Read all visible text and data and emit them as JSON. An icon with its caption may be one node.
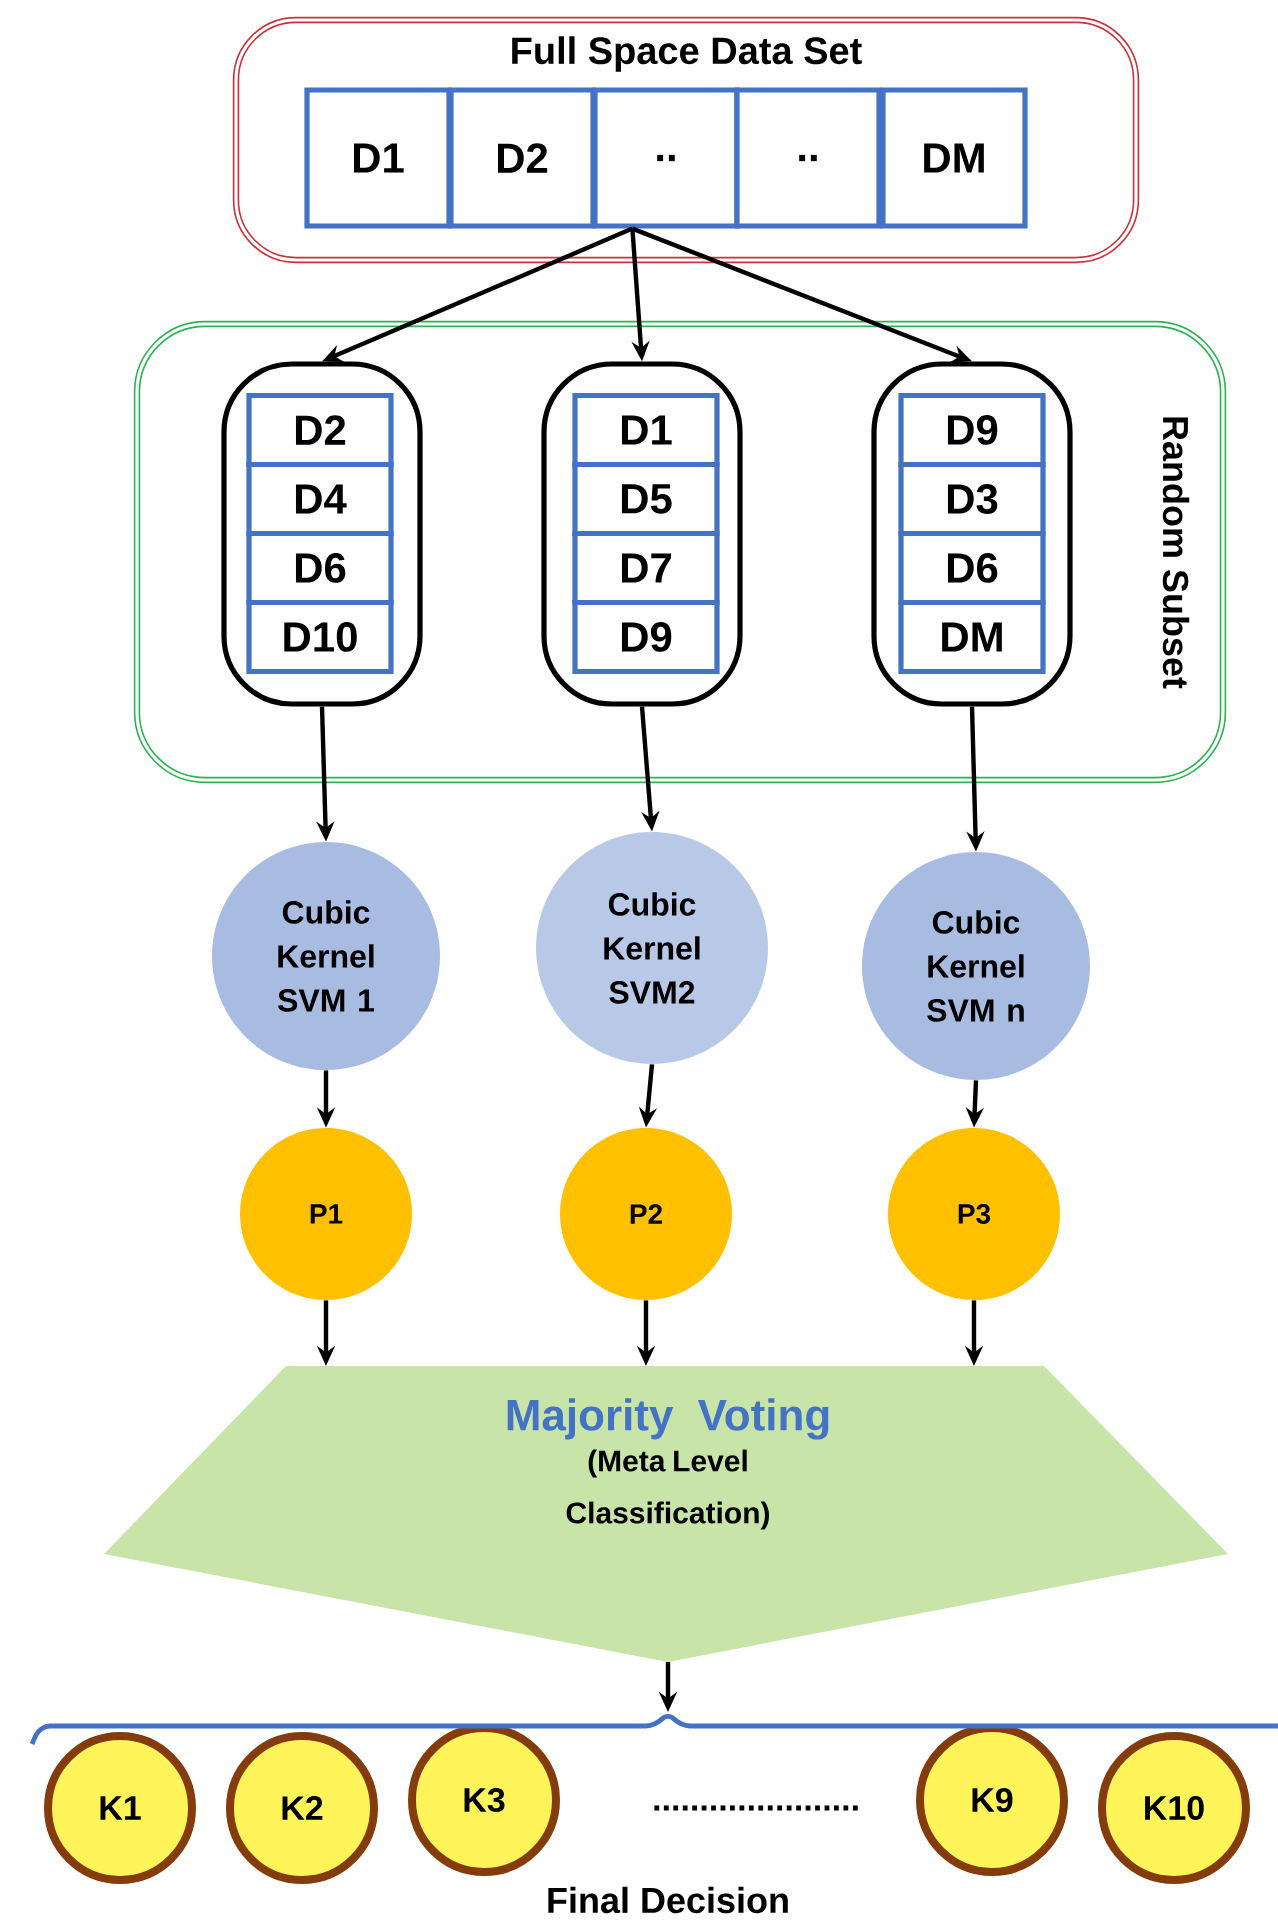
{
  "diagram": {
    "nodes": [
      {
        "text": [
          "Full Space Data Set"
        ]
      },
      {
        "text": [
          "D1"
        ],
        "in": 0
      },
      {
        "text": [
          "D2"
        ],
        "in": 0
      },
      {
        "text": [
          ".."
        ],
        "in": 0
      },
      {
        "text": [
          ".."
        ],
        "in": 0
      },
      {
        "text": [
          "DM"
        ],
        "in": 0
      },
      {
        "text": [
          "Random Subset"
        ]
      },
      {
        "text": [],
        "shape": "box",
        "in": 6
      },
      {
        "text": [
          "D2"
        ],
        "in": 7
      },
      {
        "text": [
          "D4"
        ],
        "in": 7
      },
      {
        "text": [
          "D6"
        ],
        "in": 7
      },
      {
        "text": [
          "D10"
        ],
        "in": 7
      },
      {
        "text": [],
        "shape": "box",
        "in": 6
      },
      {
        "text": [
          "D1"
        ],
        "in": 12
      },
      {
        "text": [
          "D5"
        ],
        "in": 12
      },
      {
        "text": [
          "D7"
        ],
        "in": 12
      },
      {
        "text": [
          "D9"
        ],
        "in": 12
      },
      {
        "text": [],
        "shape": "box",
        "in": 6
      },
      {
        "text": [
          "D9"
        ],
        "in": 17
      },
      {
        "text": [
          "D3"
        ],
        "in": 17
      },
      {
        "text": [
          "D6"
        ],
        "in": 17
      },
      {
        "text": [
          "DM"
        ],
        "in": 17
      },
      {
        "text": [
          "Cubic Kernel SVM 1"
        ]
      },
      {
        "text": [
          "Cubic Kernel SVM2"
        ]
      },
      {
        "text": [
          "Cubic Kernel SVM n"
        ]
      },
      {
        "text": [
          "P1"
        ]
      },
      {
        "text": [
          "P2"
        ]
      },
      {
        "text": [
          "P3"
        ]
      },
      {
        "text": [
          "Majority Voting",
          "(Meta Level Classification)"
        ]
      },
      {
        "text": [
          "K1"
        ]
      },
      {
        "text": [
          "K2"
        ]
      },
      {
        "text": [
          "K3"
        ]
      },
      {
        "text": [
          "K9"
        ]
      },
      {
        "text": [
          "K10"
        ]
      },
      {
        "text": [],
        "shape": "bracket"
      }
    ],
    "edges": [
      {
        "from": 3,
        "to": 7,
        "arrow": "to"
      },
      {
        "from": 3,
        "to": 12,
        "arrow": "to"
      },
      {
        "from": 3,
        "to": 17,
        "arrow": "to"
      },
      {
        "from": 7,
        "to": 22,
        "arrow": "to"
      },
      {
        "from": 12,
        "to": 23,
        "arrow": "to"
      },
      {
        "from": 17,
        "to": 24,
        "arrow": "to"
      },
      {
        "from": 22,
        "to": 25,
        "arrow": "to"
      },
      {
        "from": 23,
        "to": 26,
        "arrow": "to"
      },
      {
        "from": 24,
        "to": 27,
        "arrow": "to"
      },
      {
        "from": 25,
        "to": 28,
        "arrow": "to"
      },
      {
        "from": 26,
        "to": 28,
        "arrow": "to"
      },
      {
        "from": 27,
        "to": 28,
        "arrow": "to"
      },
      {
        "from": 28,
        "to": 34,
        "arrow": "to"
      }
    ],
    "labels": [
      "......................",
      "Final Decision"
    ]
  }
}
